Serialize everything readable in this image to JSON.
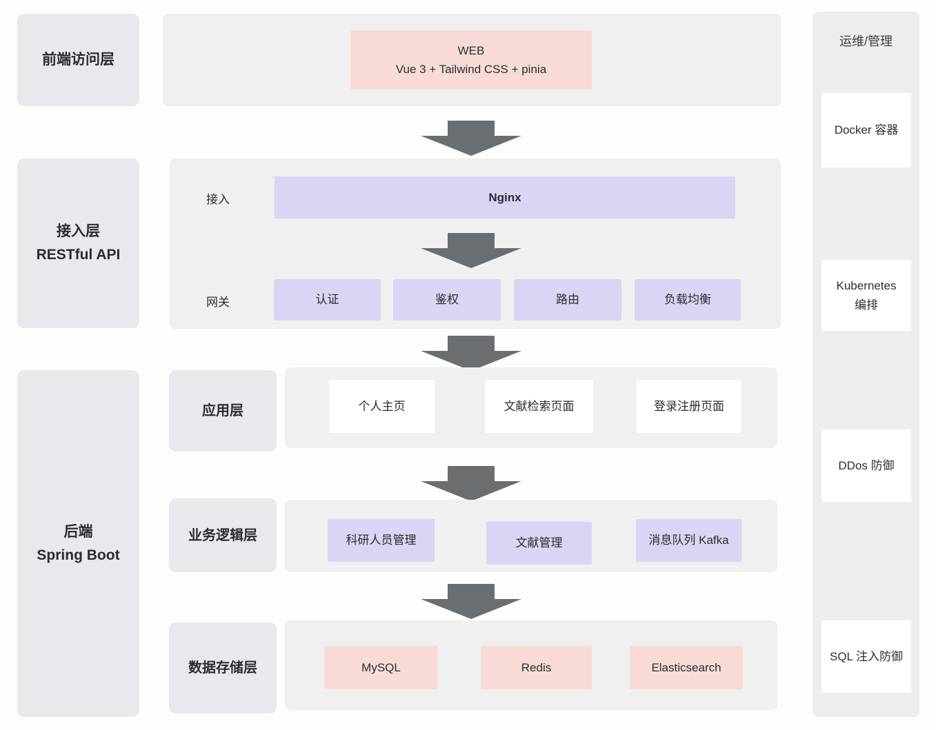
{
  "colors": {
    "purple_node": "#d9d5f4",
    "pink_node": "#f8dbd6",
    "layer_label_bg": "#e7e9ec",
    "container_bg": "#f0f0f0",
    "arrow": "#6a6e71",
    "white_node": "#ffffff"
  },
  "left_layers": {
    "frontend": {
      "line1": "前端访问层"
    },
    "access": {
      "line1": "接入层",
      "line2": "RESTful API"
    },
    "backend": {
      "line1": "后端",
      "line2": "Spring Boot"
    }
  },
  "frontend_row": {
    "web": {
      "line1": "WEB",
      "line2": "Vue 3 + Tailwind CSS + pinia"
    }
  },
  "access_row": {
    "section_label": "接入",
    "nginx": "Nginx",
    "gateway_label": "网关",
    "nodes": [
      "认证",
      "鉴权",
      "路由",
      "负载均衡"
    ]
  },
  "app_row": {
    "layer_label": "应用层",
    "nodes": [
      "个人主页",
      "文献检索页面",
      "登录注册页面"
    ]
  },
  "biz_row": {
    "layer_label": "业务逻辑层",
    "nodes": [
      "科研人员管理",
      "文献管理",
      "消息队列 Kafka"
    ]
  },
  "data_row": {
    "layer_label": "数据存储层",
    "nodes": [
      "MySQL",
      "Redis",
      "Elasticsearch"
    ]
  },
  "ops_column": {
    "title": "运维/管理",
    "nodes": [
      {
        "line1": "Docker 容器"
      },
      {
        "line1": "Kubernetes",
        "line2": "编排"
      },
      {
        "line1": "DDos 防御"
      },
      {
        "line1": "SQL 注入防御"
      }
    ]
  }
}
